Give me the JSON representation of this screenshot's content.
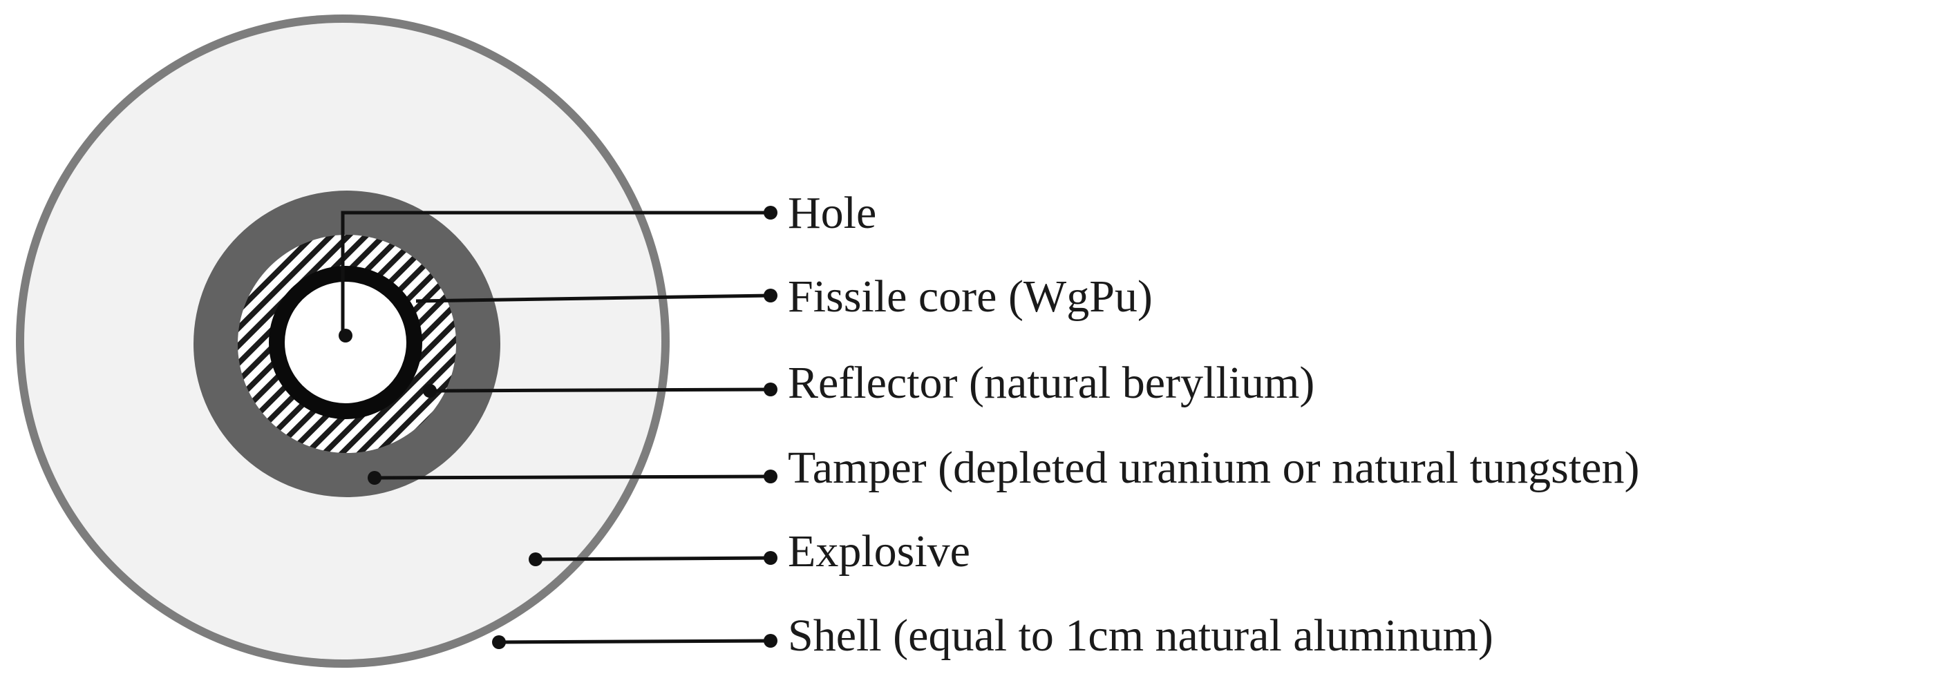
{
  "diagram": {
    "labels": [
      {
        "id": "hole",
        "text": "Hole"
      },
      {
        "id": "fissile-core",
        "text": "Fissile core (WgPu)"
      },
      {
        "id": "reflector",
        "text": "Reflector (natural beryllium)"
      },
      {
        "id": "tamper",
        "text": "Tamper (depleted uranium or natural tungsten)"
      },
      {
        "id": "explosive",
        "text": "Explosive"
      },
      {
        "id": "shell",
        "text": "Shell (equal to 1cm natural aluminum)"
      }
    ],
    "colors": {
      "shell": "#7d7d7d",
      "explosive": "#f2f2f2",
      "tamper": "#626262",
      "reflector_hatch": "#1a1a1a",
      "reflector_bg": "#ffffff",
      "fissile_core": "#0a0a0a",
      "hole": "#ffffff",
      "leader_line": "#111111"
    }
  }
}
